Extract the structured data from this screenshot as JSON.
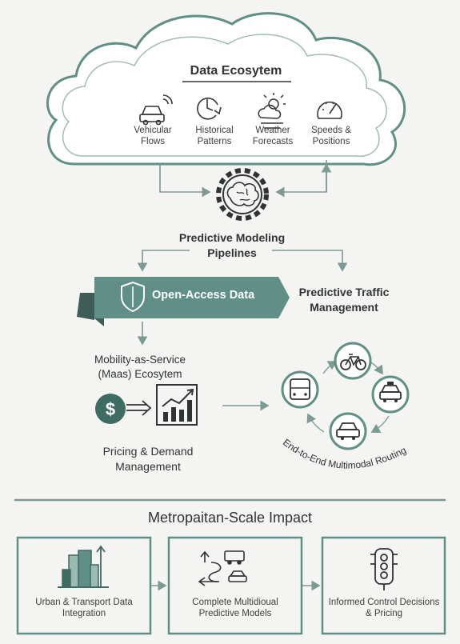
{
  "cloud": {
    "title": "Data Ecosytem",
    "sources": [
      {
        "label": "Vehicular Flows",
        "icon": "car-wifi-icon"
      },
      {
        "label": "Historical Patterns",
        "icon": "clock-history-icon"
      },
      {
        "label": "Weather Forecasts",
        "icon": "weather-sun-cloud-icon"
      },
      {
        "label": "Speeds & Positions",
        "icon": "speedometer-icon"
      }
    ]
  },
  "pipelines": {
    "label": "Predictive Modeling Pipelines",
    "icon": "brain-gear-icon"
  },
  "open_access": {
    "label": "Open-Access Data",
    "icon": "shield-icon"
  },
  "traffic": {
    "label": "Predictive Traffic Management"
  },
  "maas": {
    "label": "Mobility-as-Service (Maas) Ecosytem"
  },
  "pricing": {
    "label": "Pricing & Demand Management",
    "icons": [
      "dollar-coin-icon",
      "growth-chart-icon"
    ]
  },
  "routing": {
    "label": "End-to-End Multimodal Routing",
    "icons": [
      "bus-icon",
      "bicycle-icon",
      "taxi-icon",
      "car-icon"
    ]
  },
  "impact": {
    "title": "Metropaitan-Scale Impact",
    "boxes": [
      {
        "label": "Urban & Transport Data Integration",
        "icon": "city-buildings-icon"
      },
      {
        "label": "Complete Multidioual Predictive Models",
        "icon": "transport-modes-icon"
      },
      {
        "label": "Informed Control Decisions & Pricing",
        "icon": "traffic-light-icon"
      }
    ]
  },
  "colors": {
    "accent": "#5f8f86",
    "line": "#8aa8a2",
    "ink": "#2f3432",
    "cloud_fill": "#ffffff"
  }
}
